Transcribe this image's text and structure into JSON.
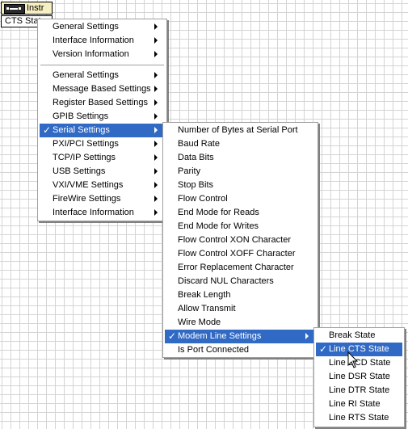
{
  "node": {
    "label": "Instr",
    "icon": "instrument-refnum-icon"
  },
  "property": {
    "label": "CTS State"
  },
  "menu1": {
    "group1": [
      {
        "label": "General Settings"
      },
      {
        "label": "Interface Information"
      },
      {
        "label": "Version Information"
      }
    ],
    "group2": [
      {
        "label": "General Settings"
      },
      {
        "label": "Message Based Settings"
      },
      {
        "label": "Register Based Settings"
      },
      {
        "label": "GPIB Settings"
      },
      {
        "label": "Serial Settings",
        "checked": true
      },
      {
        "label": "PXI/PCI Settings"
      },
      {
        "label": "TCP/IP Settings"
      },
      {
        "label": "USB Settings"
      },
      {
        "label": "VXI/VME Settings"
      },
      {
        "label": "FireWire Settings"
      },
      {
        "label": "Interface Information"
      }
    ]
  },
  "menu2": {
    "items": [
      {
        "label": "Number of Bytes at Serial Port"
      },
      {
        "label": "Baud Rate"
      },
      {
        "label": "Data Bits"
      },
      {
        "label": "Parity"
      },
      {
        "label": "Stop Bits"
      },
      {
        "label": "Flow Control"
      },
      {
        "label": "End Mode for Reads"
      },
      {
        "label": "End Mode for Writes"
      },
      {
        "label": "Flow Control XON Character"
      },
      {
        "label": "Flow Control XOFF Character"
      },
      {
        "label": "Error Replacement Character"
      },
      {
        "label": "Discard NUL Characters"
      },
      {
        "label": "Break Length"
      },
      {
        "label": "Allow Transmit"
      },
      {
        "label": "Wire Mode"
      },
      {
        "label": "Modem Line Settings",
        "checked": true
      },
      {
        "label": "Is Port Connected"
      }
    ]
  },
  "menu3": {
    "items": [
      {
        "label": "Break State"
      },
      {
        "label": "Line CTS State",
        "checked": true
      },
      {
        "label": "Line DCD State"
      },
      {
        "label": "Line DSR State"
      },
      {
        "label": "Line DTR State"
      },
      {
        "label": "Line RI State"
      },
      {
        "label": "Line RTS State"
      }
    ]
  },
  "check_glyph": "✓",
  "colors": {
    "highlight": "#316ac5",
    "node_bg": "#f6efc1",
    "grid": "#d4d4d4"
  }
}
